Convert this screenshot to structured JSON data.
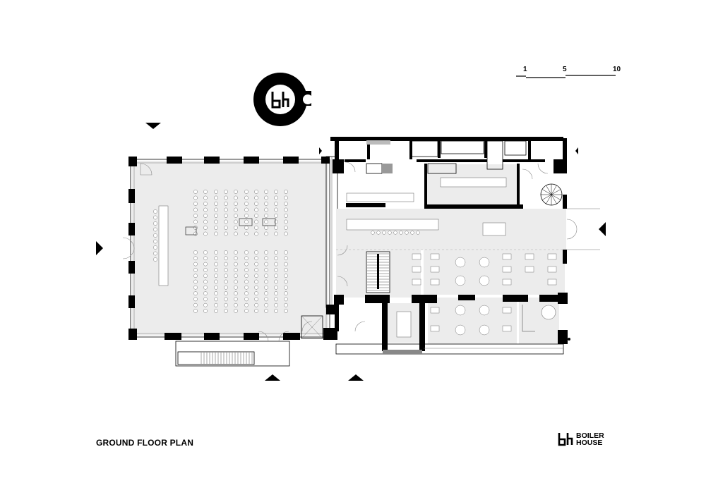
{
  "plan": {
    "title": "GROUND FLOOR PLAN",
    "background": "#ffffff",
    "ink": "#000000",
    "floor_fill": "#ececec"
  },
  "scale_bar": {
    "ticks": [
      "1",
      "5",
      "10"
    ]
  },
  "brand": {
    "line1": "BOILER",
    "line2": "HOUSE",
    "emblem_icon": "bh-monogram-icon"
  },
  "icons": {
    "entrance_marker": "triangle-arrow-icon",
    "north": "bh-emblem-icon",
    "spiral_stair": "spiral-stair-icon"
  }
}
